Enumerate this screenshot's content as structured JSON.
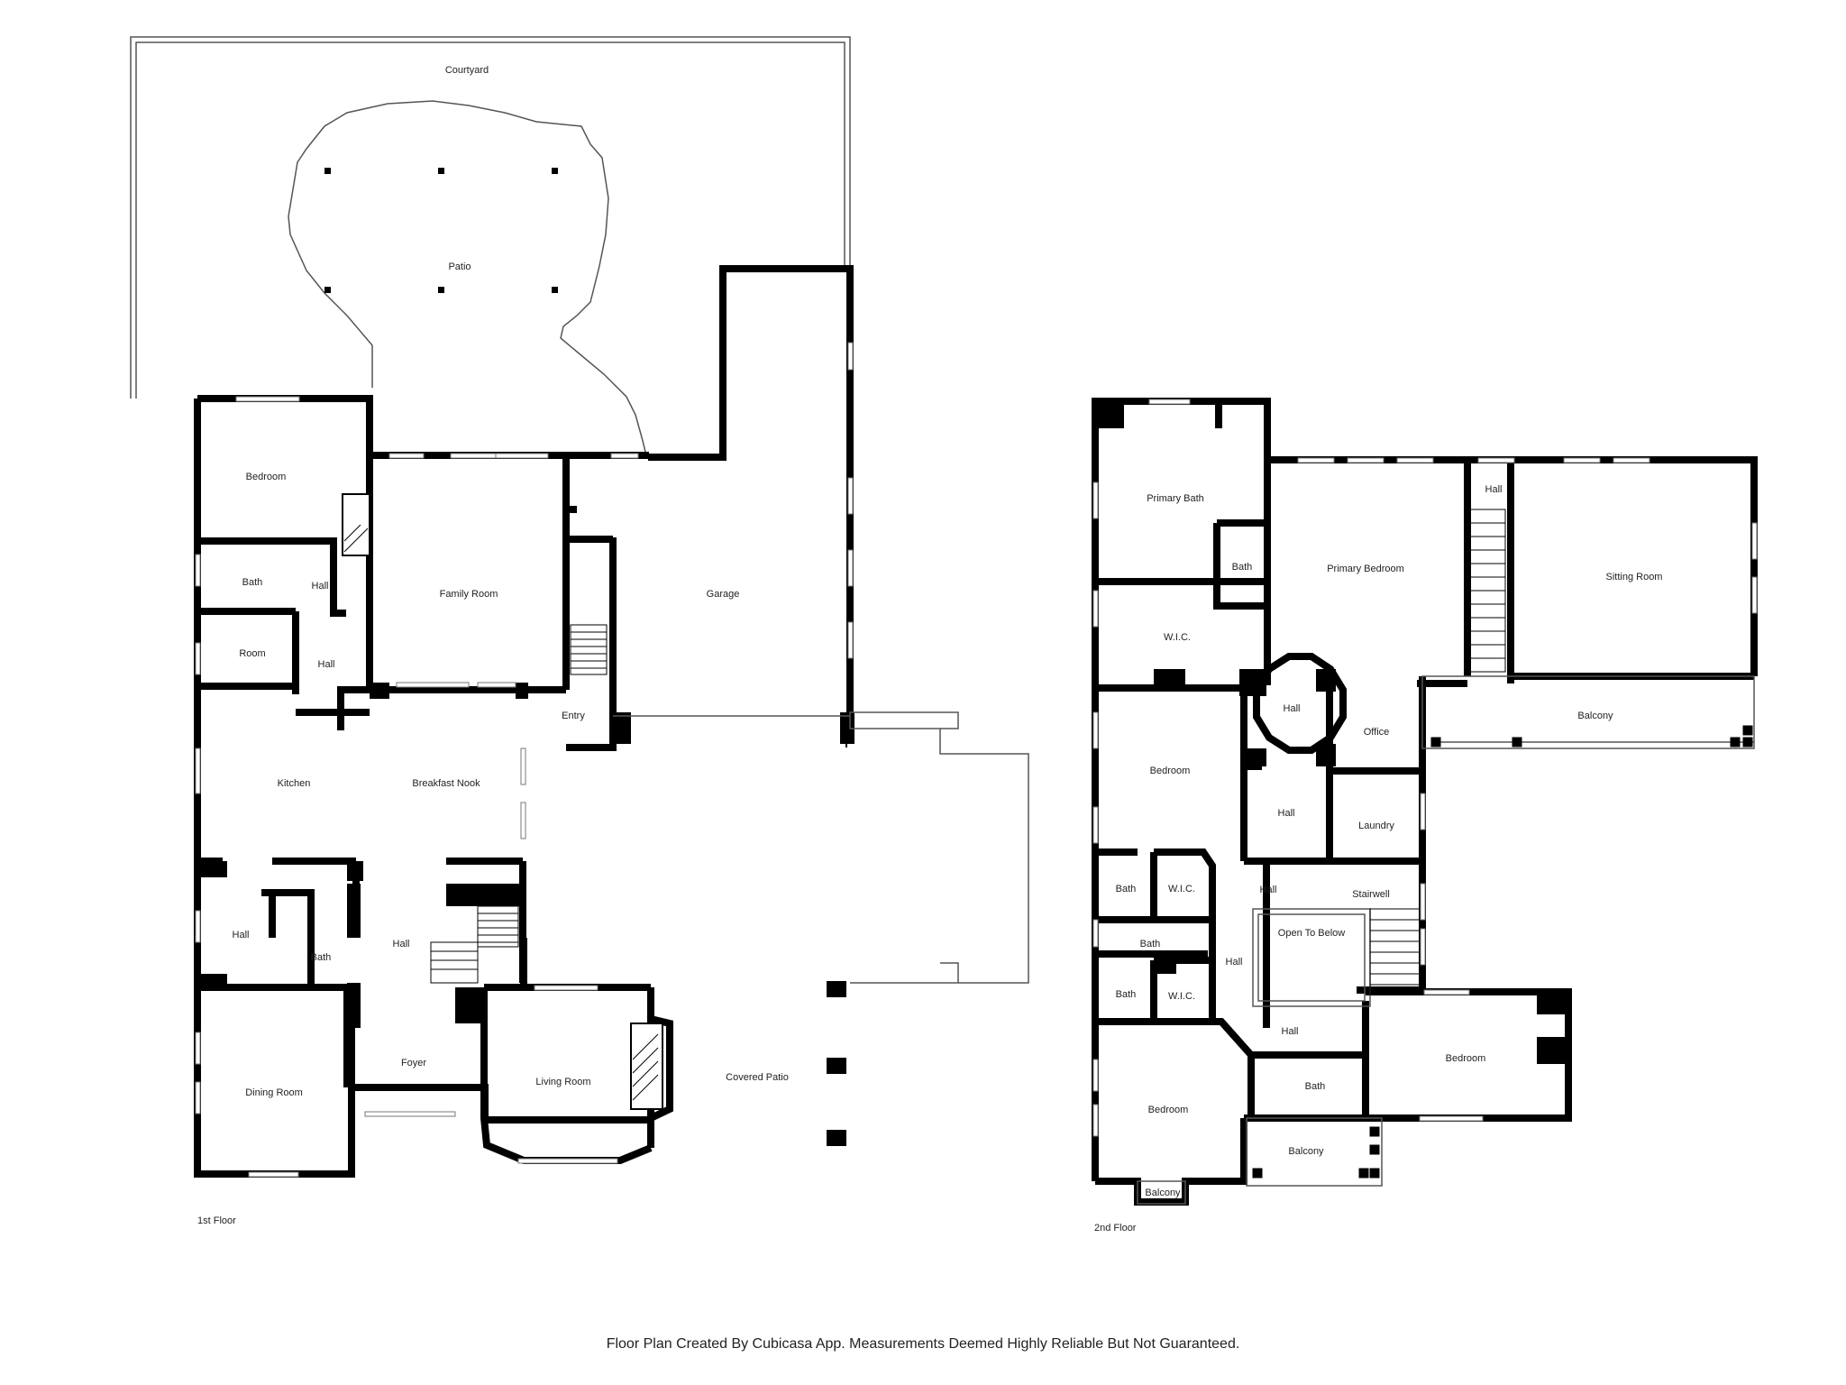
{
  "colors": {
    "wall": "#000000",
    "thin_line": "#555555",
    "background": "#ffffff",
    "text": "#222222"
  },
  "floor1": {
    "title": "1st Floor",
    "rooms": {
      "courtyard": "Courtyard",
      "patio": "Patio",
      "bedroom": "Bedroom",
      "bath_1": "Bath",
      "hall_1": "Hall",
      "room": "Room",
      "hall_2": "Hall",
      "family_room": "Family Room",
      "garage": "Garage",
      "entry": "Entry",
      "kitchen": "Kitchen",
      "breakfast_nook": "Breakfast Nook",
      "hall_3": "Hall",
      "bath_2": "Bath",
      "hall_4": "Hall",
      "foyer": "Foyer",
      "dining_room": "Dining Room",
      "living_room": "Living Room",
      "covered_patio": "Covered Patio"
    }
  },
  "floor2": {
    "title": "2nd Floor",
    "rooms": {
      "primary_bath": "Primary Bath",
      "bath_a": "Bath",
      "wic_a": "W.I.C.",
      "primary_bedroom": "Primary Bedroom",
      "hall_top": "Hall",
      "sitting_room": "Sitting Room",
      "hall_round": "Hall",
      "office": "Office",
      "balcony_right": "Balcony",
      "bedroom_a": "Bedroom",
      "hall_mid": "Hall",
      "laundry": "Laundry",
      "bath_b": "Bath",
      "wic_b": "W.I.C.",
      "hall_c": "Hall",
      "stairwell": "Stairwell",
      "open_to_below": "Open To Below",
      "bath_c": "Bath",
      "hall_d": "Hall",
      "bath_d": "Bath",
      "wic_c": "W.I.C.",
      "hall_e": "Hall",
      "bedroom_b": "Bedroom",
      "bath_e": "Bath",
      "bedroom_c": "Bedroom",
      "balcony_bottom": "Balcony",
      "balcony_small": "Balcony"
    }
  },
  "caption": "Floor Plan Created By Cubicasa App. Measurements Deemed Highly Reliable But Not Guaranteed."
}
